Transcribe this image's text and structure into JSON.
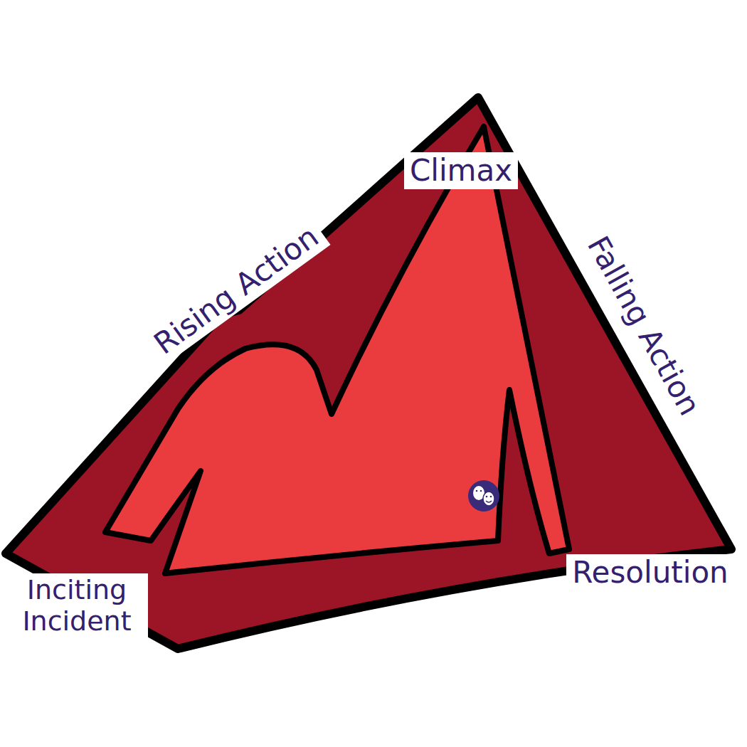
{
  "diagram": {
    "labels": [
      "Climax",
      "Rising Action",
      "Falling Action",
      "Inciting Incident",
      "Resolution"
    ]
  }
}
